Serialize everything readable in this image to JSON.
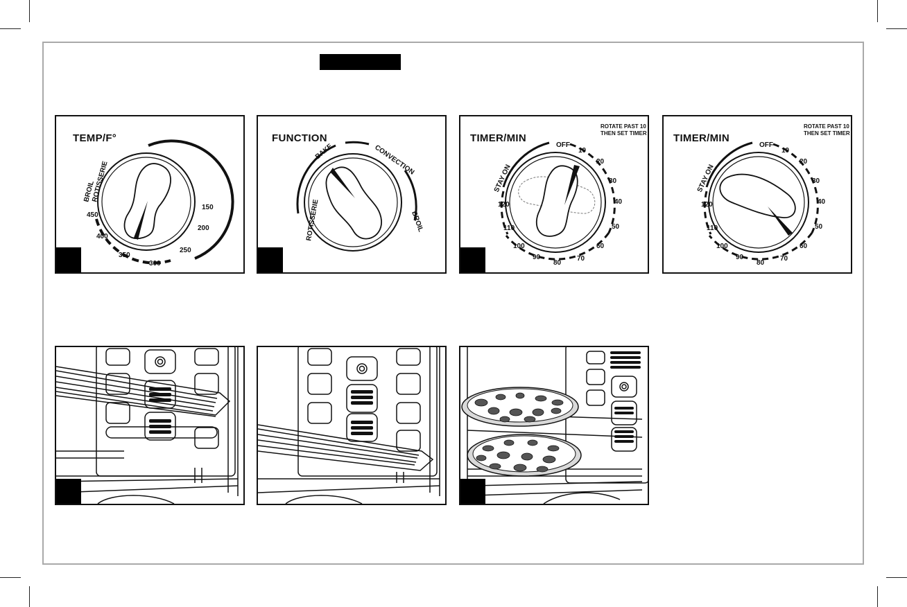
{
  "dials": {
    "temp": {
      "title": "TEMP/F°",
      "label_broil": "BROIL",
      "label_rotisserie": "ROTISSERIE",
      "ticks": [
        "450",
        "400",
        "350",
        "300",
        "250",
        "200",
        "150"
      ]
    },
    "function": {
      "title": "FUNCTION",
      "label_bake": "BAKE",
      "label_convection": "CONVECTION",
      "label_rotisserie": "ROTISSERIE",
      "label_broil": "BROIL"
    },
    "timer1": {
      "title": "TIMER/MIN",
      "note_line1": "ROTATE PAST 10",
      "note_line2": "THEN SET TIMER",
      "stay_on": "STAY ON",
      "off": "OFF",
      "ticks": [
        "10",
        "20",
        "30",
        "40",
        "50",
        "60",
        "70",
        "80",
        "90",
        "100",
        "110",
        "120"
      ]
    },
    "timer2": {
      "title": "TIMER/MIN",
      "note_line1": "ROTATE PAST 10",
      "note_line2": "THEN SET TIMER",
      "stay_on": "STAY ON",
      "off": "OFF",
      "ticks": [
        "10",
        "20",
        "30",
        "40",
        "50",
        "60",
        "70",
        "80",
        "90",
        "100",
        "110",
        "120"
      ]
    }
  },
  "colors": {
    "ink": "#111111",
    "frame": "#a9a9a9",
    "pizza_crust": "#d9d9d9",
    "pepperoni": "#555555"
  }
}
